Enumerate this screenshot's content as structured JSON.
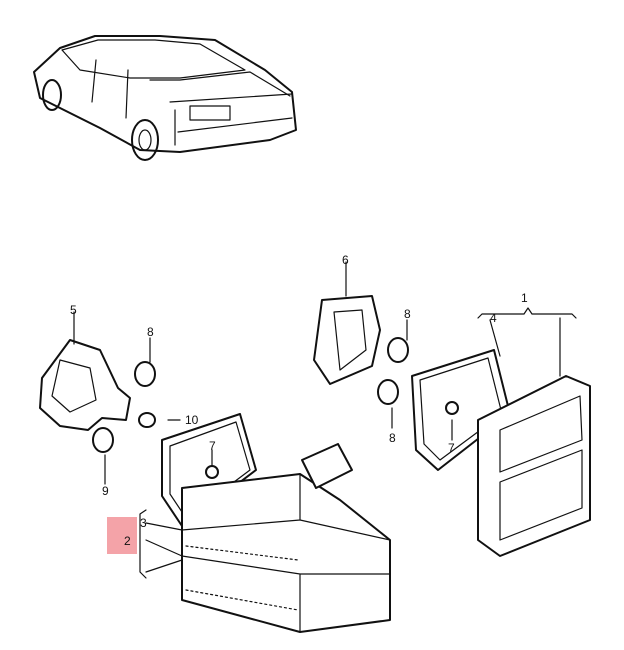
{
  "diagram": {
    "highlight_color": "#f4a3a8",
    "callouts": [
      {
        "id": "1",
        "label": "1"
      },
      {
        "id": "2",
        "label": "2"
      },
      {
        "id": "3",
        "label": "3"
      },
      {
        "id": "4",
        "label": "4"
      },
      {
        "id": "5",
        "label": "5"
      },
      {
        "id": "6",
        "label": "6"
      },
      {
        "id": "7a",
        "label": "7"
      },
      {
        "id": "7b",
        "label": "7"
      },
      {
        "id": "8a",
        "label": "8"
      },
      {
        "id": "8b",
        "label": "8"
      },
      {
        "id": "8c",
        "label": "8"
      },
      {
        "id": "9",
        "label": "9"
      },
      {
        "id": "10",
        "label": "10"
      }
    ],
    "highlighted_part": "2"
  }
}
